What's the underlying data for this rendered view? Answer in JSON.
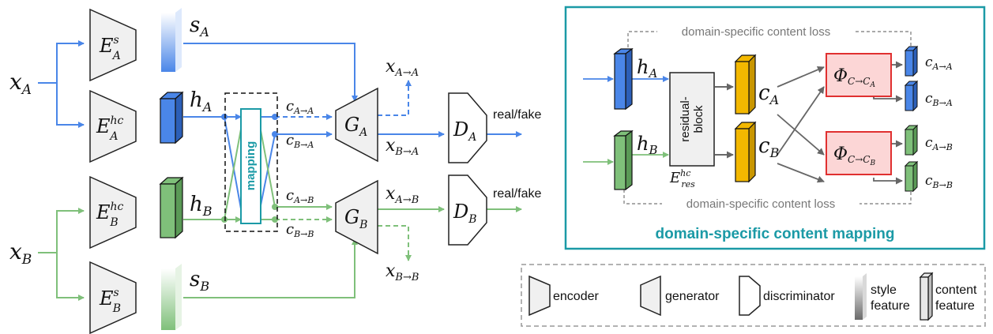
{
  "colors": {
    "blue": "#4a86e8",
    "green": "#7fc07a",
    "teal": "#1b9aa6",
    "gold": "#f3b800",
    "red": "#e03030",
    "pink": "#fcd6d6",
    "gray": "#7a7a7a"
  },
  "main": {
    "input_a": {
      "base": "x",
      "sub": "A"
    },
    "input_b": {
      "base": "x",
      "sub": "B"
    },
    "enc_style_a": {
      "base": "E",
      "sup": "s",
      "sub": "A"
    },
    "enc_content_a": {
      "base": "E",
      "sup": "hc",
      "sub": "A"
    },
    "enc_content_b": {
      "base": "E",
      "sup": "hc",
      "sub": "B"
    },
    "enc_style_b": {
      "base": "E",
      "sup": "s",
      "sub": "B"
    },
    "style_a": {
      "base": "s",
      "sub": "A"
    },
    "style_b": {
      "base": "s",
      "sub": "B"
    },
    "content_a": {
      "base": "h",
      "sub": "A"
    },
    "content_b": {
      "base": "h",
      "sub": "B"
    },
    "mapping_label": "mapping",
    "c_aa": {
      "base": "c",
      "sub": "A→A"
    },
    "c_ba": {
      "base": "c",
      "sub": "B→A"
    },
    "c_ab": {
      "base": "c",
      "sub": "A→B"
    },
    "c_bb": {
      "base": "c",
      "sub": "B→B"
    },
    "gen_a": {
      "base": "G",
      "sub": "A"
    },
    "gen_b": {
      "base": "G",
      "sub": "B"
    },
    "out_aa": {
      "base": "x",
      "sub": "A→A"
    },
    "out_ba": {
      "base": "x",
      "sub": "B→A"
    },
    "out_ab": {
      "base": "x",
      "sub": "A→B"
    },
    "out_bb": {
      "base": "x",
      "sub": "B→B"
    },
    "disc_a": {
      "base": "D",
      "sub": "A"
    },
    "disc_b": {
      "base": "D",
      "sub": "B"
    },
    "real_fake_a": "real/fake",
    "real_fake_b": "real/fake"
  },
  "panel": {
    "title": "domain-specific content mapping",
    "loss_top": "domain-specific content loss",
    "loss_bottom": "domain-specific content loss",
    "h_a": {
      "base": "h",
      "sub": "A"
    },
    "h_b": {
      "base": "h",
      "sub": "B"
    },
    "residual_line1": "residual-",
    "residual_line2": "block",
    "e_res": {
      "base": "E",
      "sup": "hc",
      "sub": "res"
    },
    "c_a": {
      "base": "c",
      "sub": "A"
    },
    "c_b": {
      "base": "c",
      "sub": "B"
    },
    "phi_top": {
      "base": "Φ",
      "sub": "C→C",
      "subsub": "A"
    },
    "phi_bottom": {
      "base": "Φ",
      "sub": "C→C",
      "subsub": "B"
    },
    "out_aa": {
      "base": "c",
      "sub": "A→A"
    },
    "out_ba": {
      "base": "c",
      "sub": "B→A"
    },
    "out_ab": {
      "base": "c",
      "sub": "A→B"
    },
    "out_bb": {
      "base": "c",
      "sub": "B→B"
    }
  },
  "legend": {
    "encoder": "encoder",
    "generator": "generator",
    "discriminator": "discriminator",
    "style_line1": "style",
    "style_line2": "feature",
    "content_line1": "content",
    "content_line2": "feature"
  }
}
